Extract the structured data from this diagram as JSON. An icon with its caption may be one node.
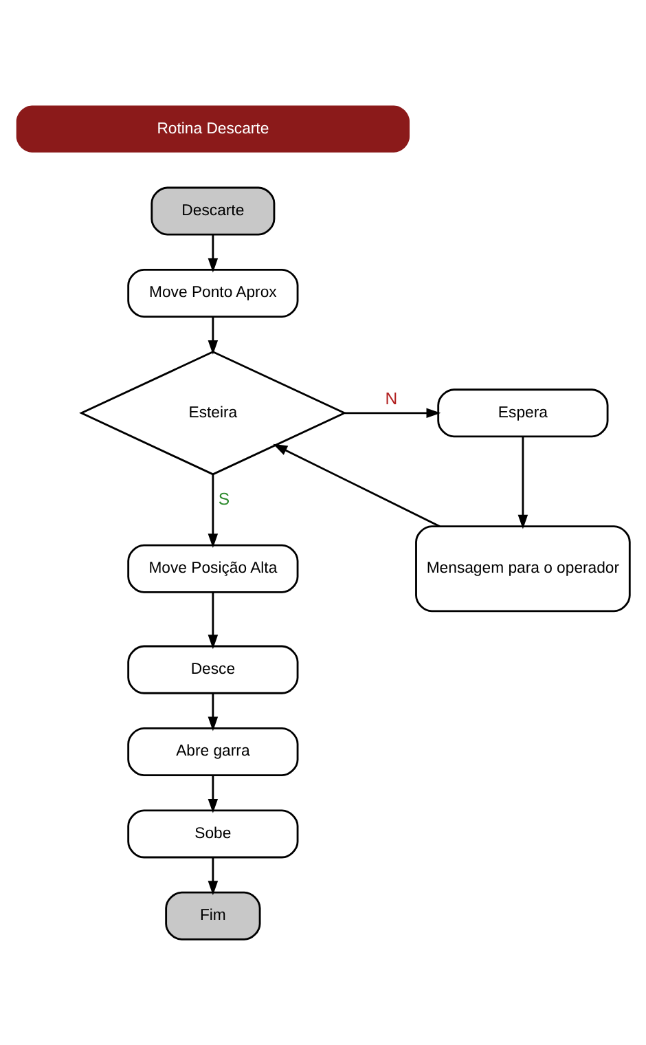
{
  "diagram": {
    "nodes": [
      {
        "text": [
          "Rotina Descarte"
        ]
      },
      {
        "text": [
          "Descarte"
        ]
      },
      {
        "text": [
          "Move Ponto Aprox"
        ]
      },
      {
        "text": [
          "Esteira"
        ]
      },
      {
        "text": [
          "Espera"
        ]
      },
      {
        "text": [
          "Mensagem para o operador"
        ]
      },
      {
        "text": [
          "Move Posição Alta"
        ]
      },
      {
        "text": [
          "Desce"
        ]
      },
      {
        "text": [
          "Abre garra"
        ]
      },
      {
        "text": [
          "Sobe"
        ]
      },
      {
        "text": [
          "Fim"
        ]
      }
    ],
    "edges": [
      {
        "from": 1,
        "to": 2,
        "arrow": "to"
      },
      {
        "from": 2,
        "to": 3,
        "arrow": "to"
      },
      {
        "from": 3,
        "to": 4,
        "arrow": "to",
        "label": "N"
      },
      {
        "from": 4,
        "to": 5,
        "arrow": "to"
      },
      {
        "from": 5,
        "to": 3,
        "arrow": "to"
      },
      {
        "from": 3,
        "to": 6,
        "arrow": "to",
        "label": "S"
      },
      {
        "from": 6,
        "to": 7,
        "arrow": "to"
      },
      {
        "from": 7,
        "to": 8,
        "arrow": "to"
      },
      {
        "from": 8,
        "to": 9,
        "arrow": "to"
      },
      {
        "from": 9,
        "to": 10,
        "arrow": "to"
      }
    ]
  }
}
